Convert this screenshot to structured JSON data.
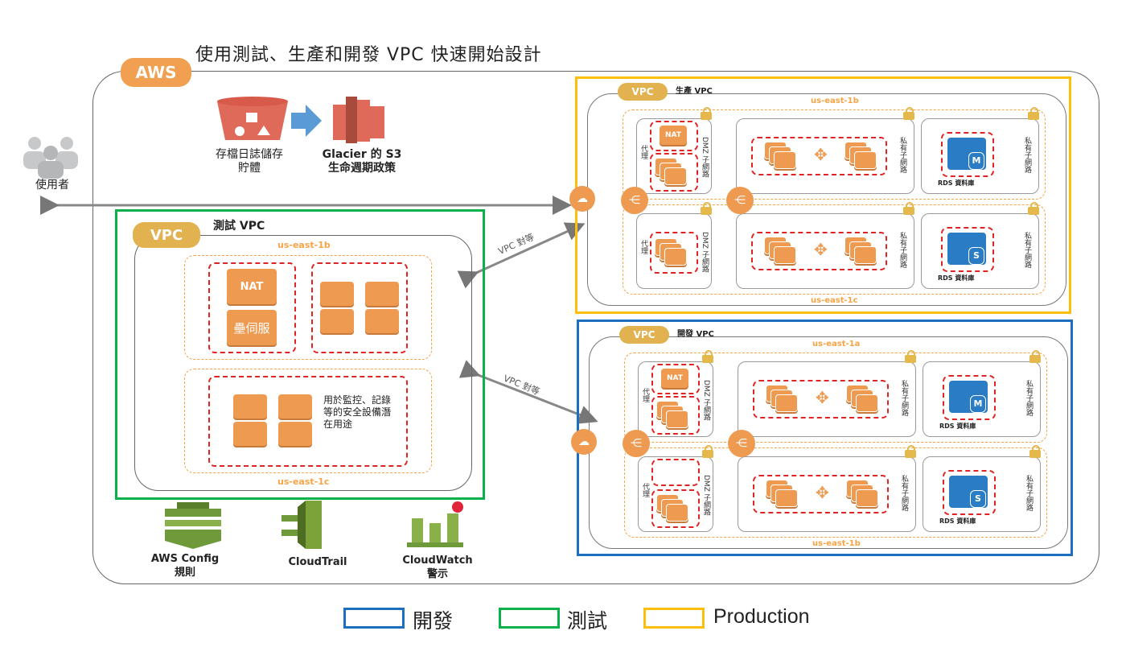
{
  "title": "使用測試、生產和開發 VPC 快速開始設計",
  "aws_label": "AWS",
  "users_label": "使用者",
  "s3": {
    "label_line1": "存檔日誌儲存",
    "label_line2": "貯體"
  },
  "glacier": {
    "label_line1": "Glacier 的 S3",
    "label_line2": "生命週期政策"
  },
  "colors": {
    "dev": "#1a6fc0",
    "test": "#0ab04a",
    "prod": "#fbbf0c",
    "instance": "#ee9a50",
    "zone": "#f5a446",
    "subnet_red": "#e02424",
    "rds": "#2a7dc4"
  },
  "test_vpc": {
    "cloud": "VPC",
    "title": "測試 VPC",
    "zone_top": "us-east-1b",
    "zone_bottom": "us-east-1c",
    "nat": "NAT",
    "bastion": "壘伺服",
    "note": "用於監控、記錄等的安全設備潛在用途"
  },
  "prod_vpc": {
    "cloud": "VPC",
    "title": "生產 VPC",
    "zone_top": "us-east-1b",
    "zone_bottom": "us-east-1c",
    "proxy": "代理",
    "dmz": "DMZ 子網路",
    "private": "私有子網路",
    "rds": "RDS 資料庫",
    "nat": "NAT",
    "rds_top": "M",
    "rds_bottom": "S"
  },
  "dev_vpc": {
    "cloud": "VPC",
    "title": "開發 VPC",
    "zone_top": "us-east-1a",
    "zone_bottom": "us-east-1b",
    "proxy": "代理",
    "dmz": "DMZ 子網路",
    "private": "私有子網路",
    "rds": "RDS 資料庫",
    "nat": "NAT",
    "rds_top": "M",
    "rds_bottom": "S"
  },
  "peering_label": "VPC 對等",
  "services": [
    {
      "line1": "AWS Config",
      "line2": "規則"
    },
    {
      "line1": "CloudTrail",
      "line2": ""
    },
    {
      "line1": "CloudWatch",
      "line2": "警示"
    }
  ],
  "legend": [
    {
      "label": "開發",
      "color": "#1a6fc0"
    },
    {
      "label": "測試",
      "color": "#0ab04a"
    },
    {
      "label": "Production",
      "color": "#fbbf0c"
    }
  ]
}
